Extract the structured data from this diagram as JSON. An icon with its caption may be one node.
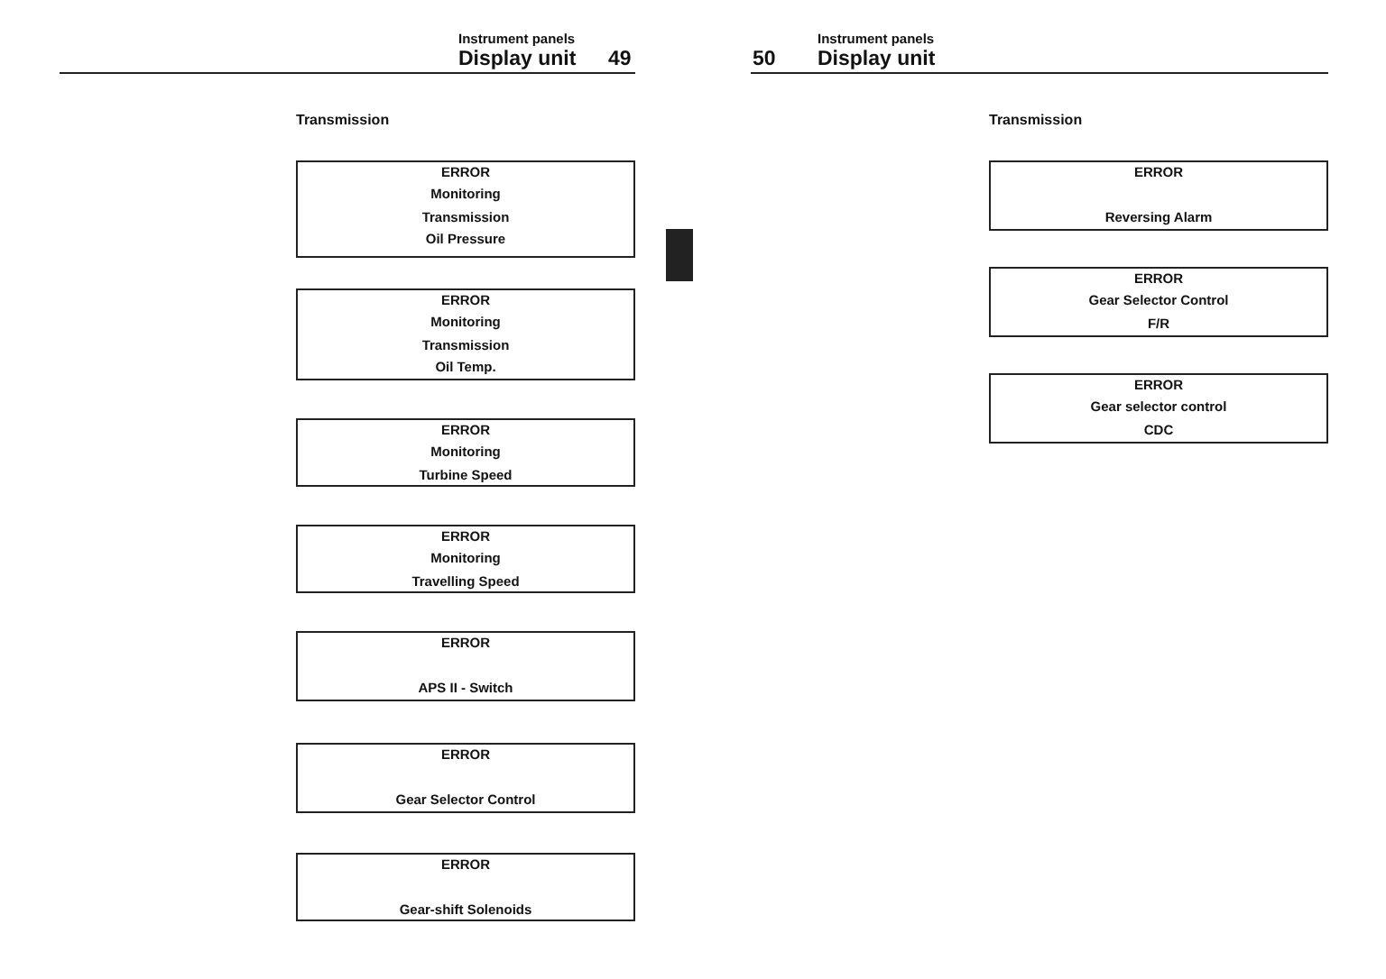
{
  "diagram": {
    "nodes": [
      {
        "text": [
          "ERROR",
          "Monitoring",
          "Transmission",
          "Oil Pressure"
        ]
      },
      {
        "text": [
          "ERROR",
          "Monitoring",
          "Transmission",
          "Oil Temp."
        ]
      },
      {
        "text": [
          "ERROR",
          "Monitoring",
          "Turbine Speed"
        ]
      },
      {
        "text": [
          "ERROR",
          "Monitoring",
          "Travelling Speed"
        ]
      },
      {
        "text": [
          "ERROR",
          "APS II - Switch"
        ]
      },
      {
        "text": [
          "ERROR",
          "Gear Selector Control"
        ]
      },
      {
        "text": [
          "ERROR",
          "Gear-shift Solenoids"
        ]
      },
      {
        "text": [
          "ERROR",
          "Reversing Alarm"
        ]
      },
      {
        "text": [
          "ERROR",
          "Gear Selector Control",
          "F/R"
        ]
      },
      {
        "text": [
          "ERROR",
          "Gear selector control",
          "CDC"
        ]
      }
    ],
    "labels": [
      "Instrument panels",
      "Display unit",
      "49",
      "Transmission",
      "50",
      "Instrument panels",
      "Display unit",
      "Transmission"
    ]
  }
}
